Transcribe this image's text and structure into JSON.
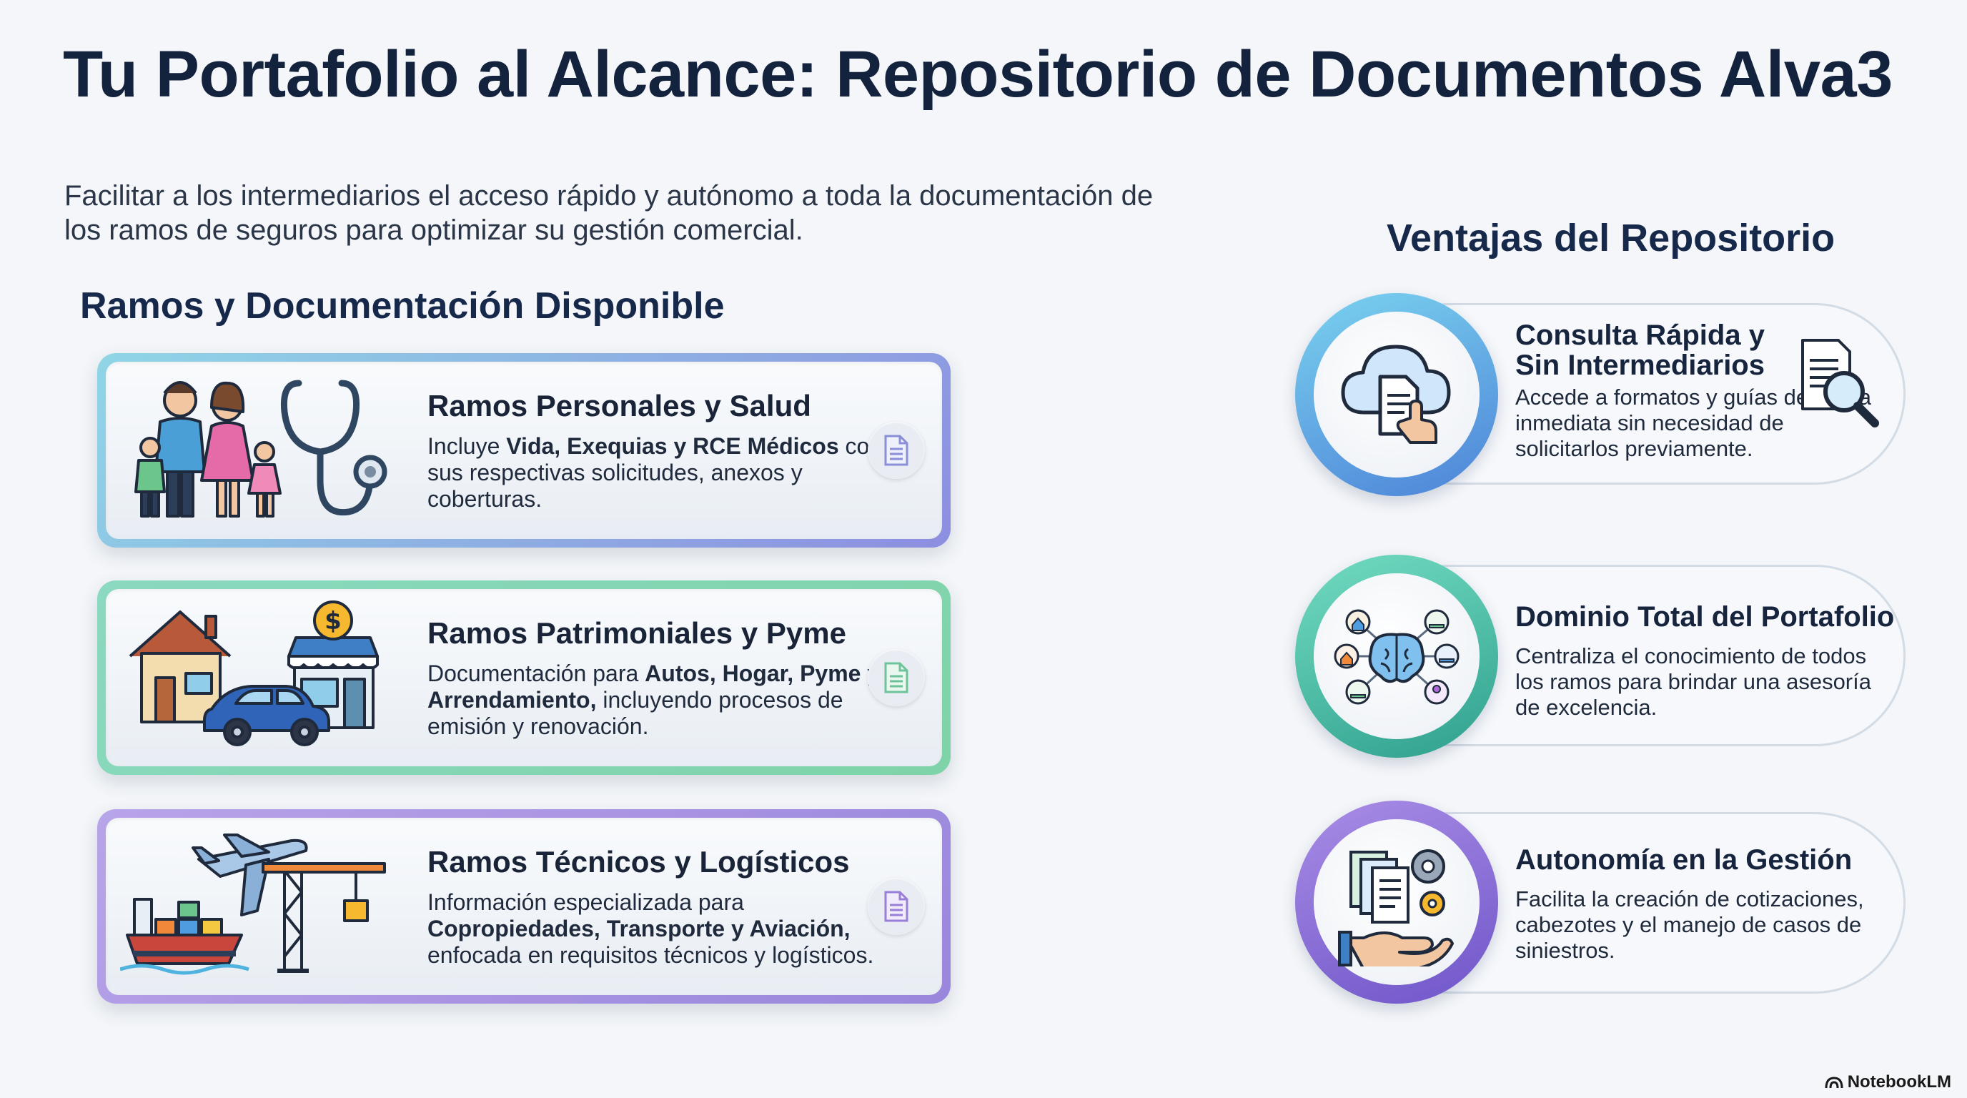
{
  "header": {
    "title": "Tu Portafolio al Alcance: Repositorio de Documentos Alva3",
    "subtitle": "Facilitar a los intermediarios el acceso rápido y autónomo a toda la documentación de los ramos de seguros para optimizar su gestión comercial."
  },
  "ramos": {
    "heading": "Ramos y Documentación Disponible",
    "cards": [
      {
        "title": "Ramos Personales y Salud",
        "body_pre": "Incluye ",
        "body_bold": "Vida, Exequias y RCE Médicos",
        "body_post": " con sus respectivas solicitudes, anexos y coberturas."
      },
      {
        "title": "Ramos Patrimoniales y Pyme",
        "body_pre": "Documentación para ",
        "body_bold": "Autos, Hogar, Pyme y Arrendamiento,",
        "body_post": " incluyendo procesos de emisión y renovación."
      },
      {
        "title": "Ramos Técnicos y Logísticos",
        "body_pre": "Información especializada para ",
        "body_bold": "Copropiedades, Transporte y Aviación,",
        "body_post": " enfocada en requisitos técnicos y logísticos."
      }
    ]
  },
  "ventajas": {
    "heading": "Ventajas del Repositorio",
    "items": [
      {
        "title": "Consulta Rápida y Sin Intermediarios",
        "body": "Accede a formatos y guías de forma inmediata sin necesidad de solicitarlos previamente."
      },
      {
        "title": "Dominio Total del Portafolio",
        "body": "Centraliza el conocimiento de todos los ramos para brindar una asesoría de excelencia."
      },
      {
        "title": "Autonomía en la Gestión",
        "body": "Facilita la creación de cotizaciones, cabezotes y el manejo de casos de siniestros."
      }
    ]
  },
  "footer": {
    "brand": "NotebookLM"
  },
  "colors": {
    "title": "#14233d",
    "card1_border": "#8d8ee0",
    "card2_border": "#7fd3a8",
    "card3_border": "#9a86dc",
    "ring1": "#4d83d8",
    "ring2": "#2fa08e",
    "ring3": "#6f55c9"
  }
}
